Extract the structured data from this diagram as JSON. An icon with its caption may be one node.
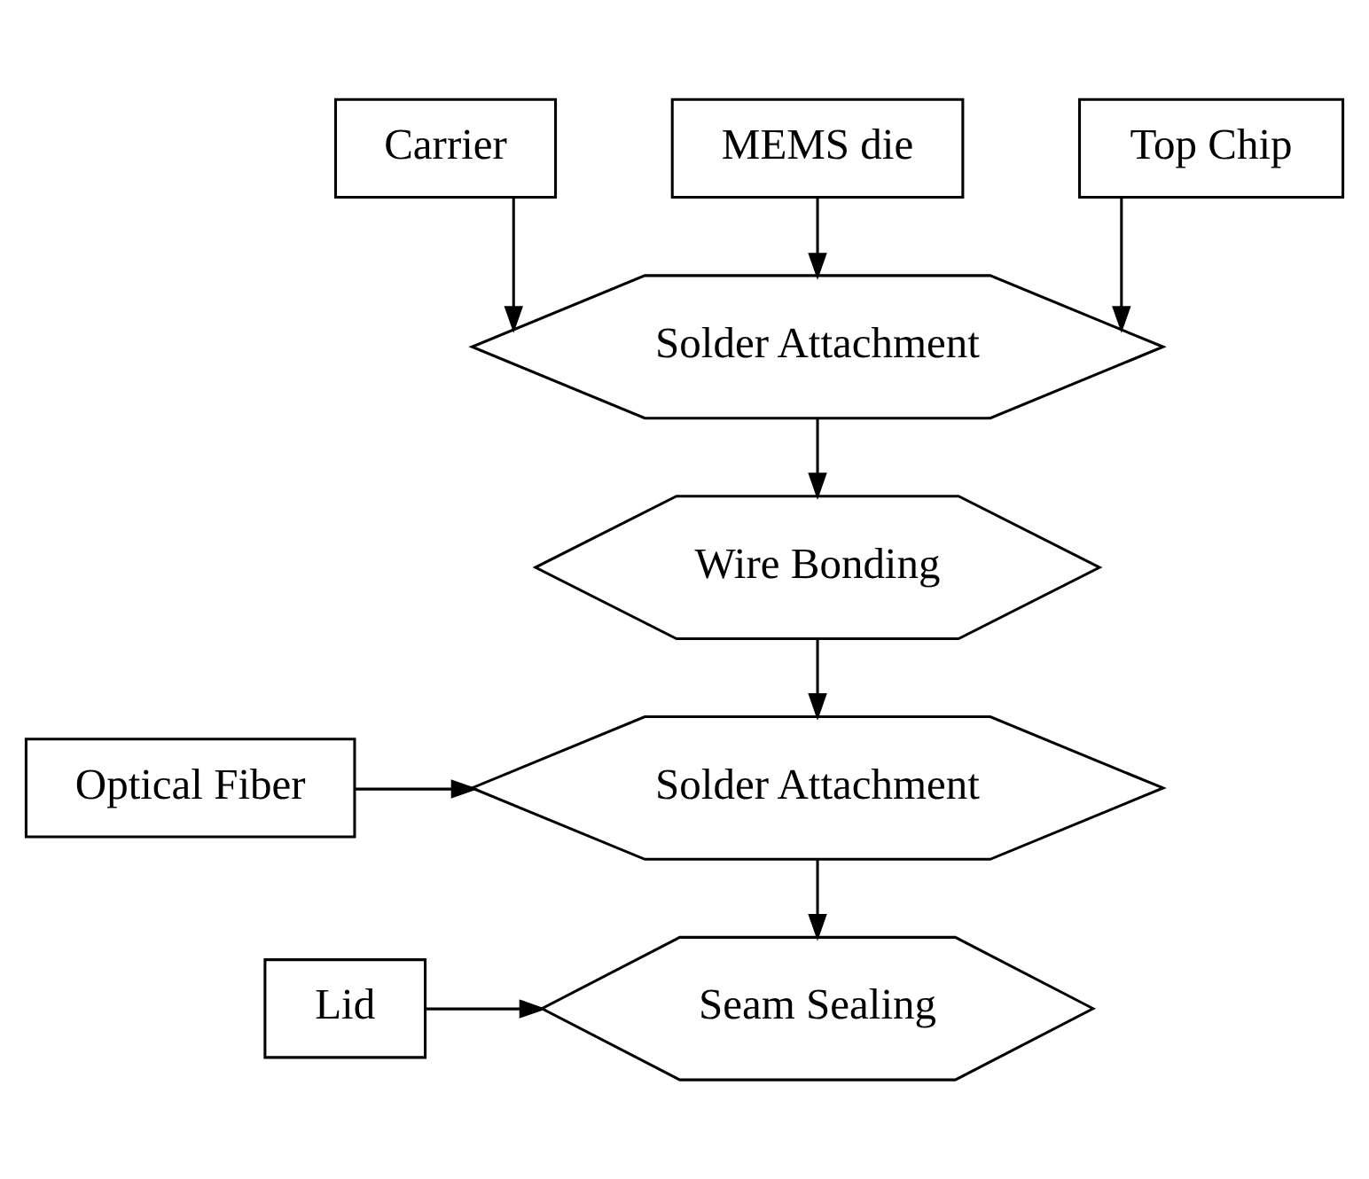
{
  "diagram": {
    "nodes": [
      {
        "text": [
          "Carrier"
        ]
      },
      {
        "text": [
          "MEMS die"
        ]
      },
      {
        "text": [
          "Top Chip"
        ]
      },
      {
        "text": [
          "Solder Attachment"
        ]
      },
      {
        "text": [
          "Wire Bonding"
        ]
      },
      {
        "text": [
          "Solder Attachment"
        ]
      },
      {
        "text": [
          "Optical Fiber"
        ]
      },
      {
        "text": [
          "Seam Sealing"
        ]
      },
      {
        "text": [
          "Lid"
        ]
      }
    ],
    "edges": [
      {
        "from": 0,
        "to": 3,
        "arrow": "to"
      },
      {
        "from": 1,
        "to": 3,
        "arrow": "to"
      },
      {
        "from": 2,
        "to": 3,
        "arrow": "to"
      },
      {
        "from": 3,
        "to": 4,
        "arrow": "to"
      },
      {
        "from": 4,
        "to": 5,
        "arrow": "to"
      },
      {
        "from": 6,
        "to": 5,
        "arrow": "to"
      },
      {
        "from": 5,
        "to": 7,
        "arrow": "to"
      },
      {
        "from": 8,
        "to": 7,
        "arrow": "to"
      }
    ]
  }
}
